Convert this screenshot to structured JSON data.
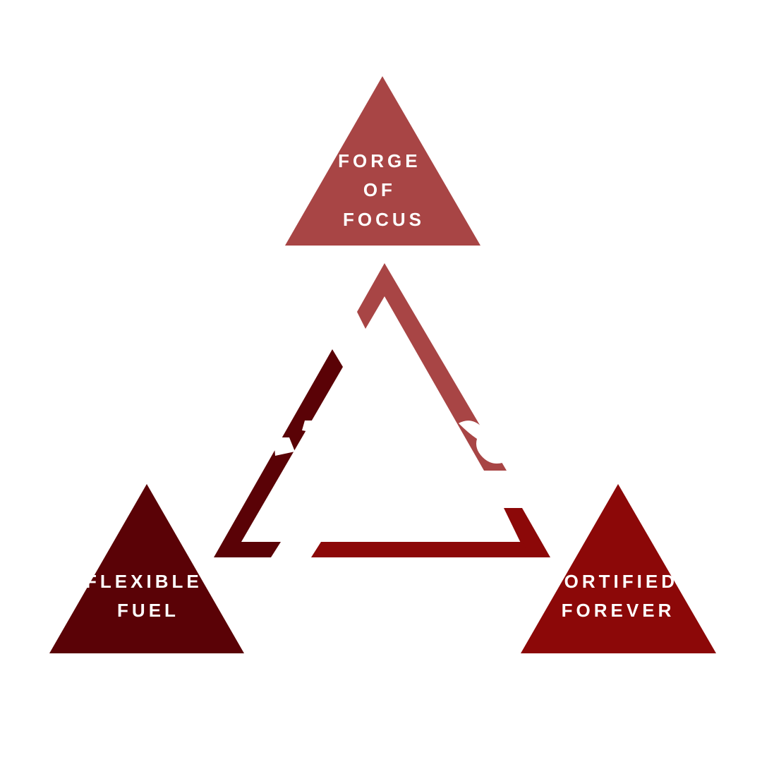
{
  "diagram": {
    "top": {
      "label_lines": [
        "FORGE",
        "OF",
        "FOCUS"
      ],
      "color": "#a84545"
    },
    "left": {
      "label_lines": [
        "FLEXIBLE",
        "FUEL"
      ],
      "color": "#5a0206"
    },
    "right": {
      "label_lines": [
        "FORTIFIED",
        "FOREVER"
      ],
      "color": "#8c0808"
    },
    "frame_colors": {
      "right_edge": "#a84545",
      "left_edge": "#5a0206",
      "bottom_edge": "#8c0808"
    },
    "background": "#ffffff"
  }
}
